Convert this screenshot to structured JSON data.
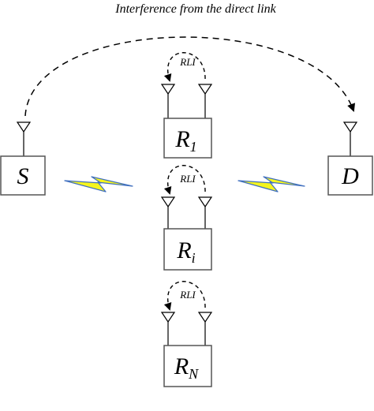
{
  "caption": "Interference from the direct link",
  "source": {
    "label": "S"
  },
  "destination": {
    "label": "D"
  },
  "relays": [
    {
      "main": "R",
      "sub": "1",
      "loop_label": "RLI"
    },
    {
      "main": "R",
      "sub": "i",
      "loop_label": "RLI"
    },
    {
      "main": "R",
      "sub": "N",
      "loop_label": "RLI"
    }
  ],
  "colors": {
    "stroke": "#000000",
    "box_stroke": "#555555",
    "bolt_fill": "#f5f51e",
    "bolt_edge": "#3f6fbf"
  }
}
